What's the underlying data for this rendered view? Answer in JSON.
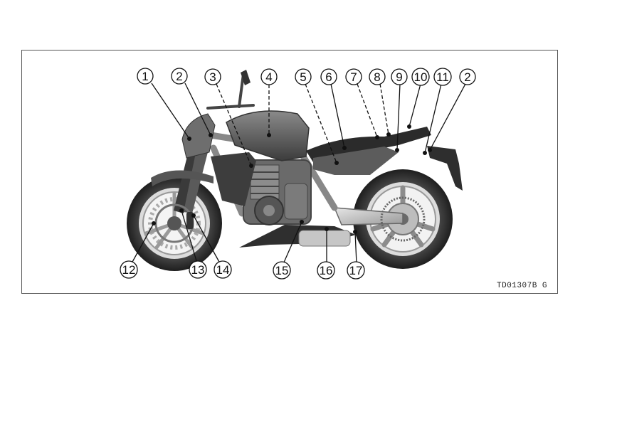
{
  "figure": {
    "code": "TD01307B   G"
  },
  "callouts": [
    {
      "label": "1"
    },
    {
      "label": "2"
    },
    {
      "label": "3"
    },
    {
      "label": "4"
    },
    {
      "label": "5"
    },
    {
      "label": "6"
    },
    {
      "label": "7"
    },
    {
      "label": "8"
    },
    {
      "label": "9"
    },
    {
      "label": "10"
    },
    {
      "label": "11"
    },
    {
      "label": "2"
    },
    {
      "label": "12"
    },
    {
      "label": "13"
    },
    {
      "label": "14"
    },
    {
      "label": "15"
    },
    {
      "label": "16"
    },
    {
      "label": "17"
    }
  ],
  "illustration": {
    "subject": "motorcycle-left-side-view",
    "colors": {
      "dark": "#3a3a3a",
      "mid": "#7a7a7a",
      "light": "#c8c8c8",
      "frame": "#555555"
    }
  }
}
